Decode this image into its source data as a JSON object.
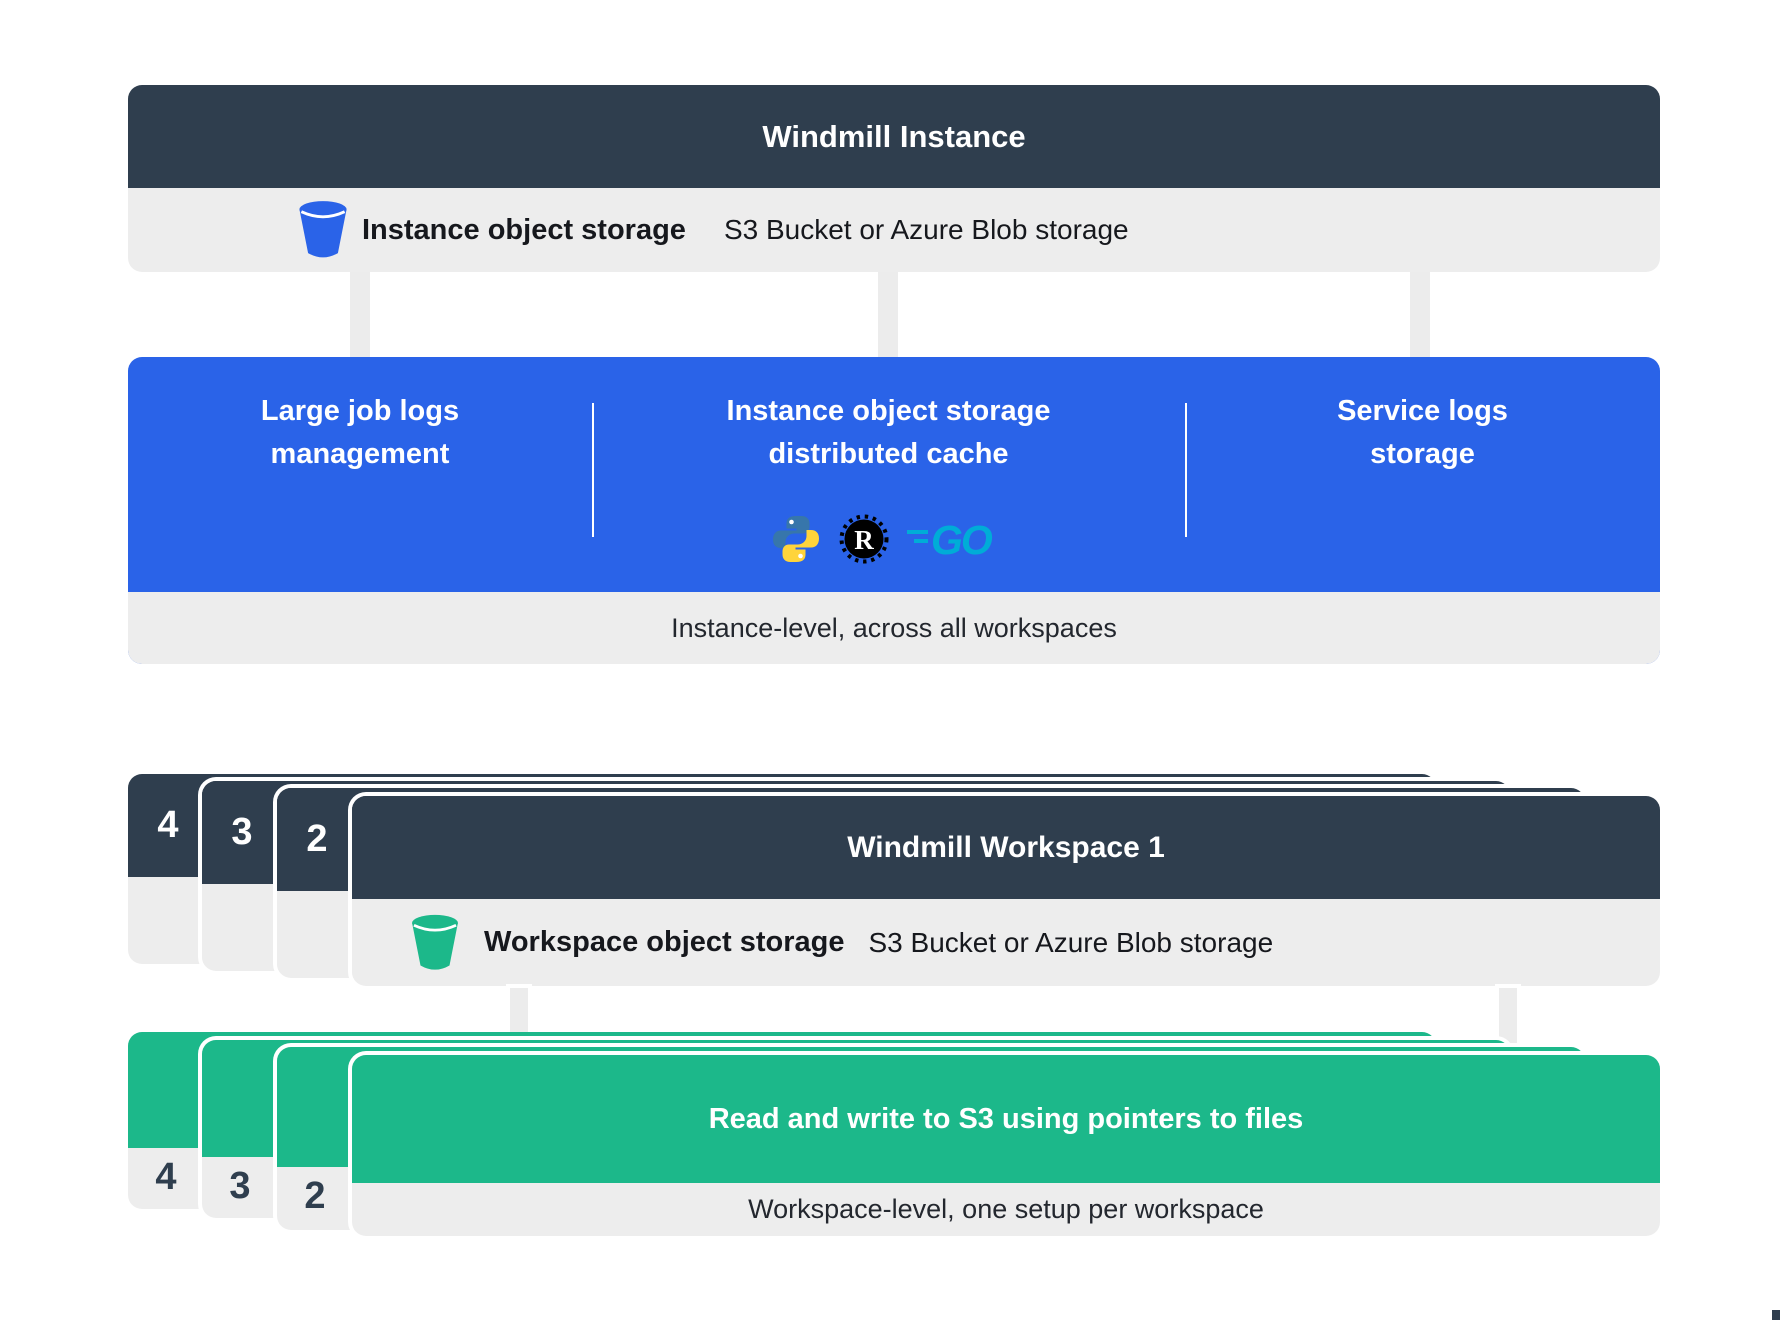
{
  "colors": {
    "navy": "#2f3e4e",
    "blue": "#2a63e8",
    "green": "#1cb88a",
    "panel_gray": "#ededed",
    "arrow_gray": "#ececec",
    "text_dark": "#16181d",
    "caption_dark": "#23272e",
    "python_blue": "#3776ab",
    "python_yellow": "#ffd43b",
    "go_cyan": "#00acd7",
    "rust_black": "#000000"
  },
  "instance": {
    "title": "Windmill Instance",
    "storage_row": {
      "label": "Instance object storage",
      "detail": "S3 Bucket or Azure Blob storage",
      "bucket_icon": "bucket-icon"
    },
    "features": [
      {
        "line1": "Large job logs",
        "line2": "management"
      },
      {
        "line1": "Instance object storage",
        "line2": "distributed cache"
      },
      {
        "line1": "Service logs",
        "line2": "storage"
      }
    ],
    "languages": [
      "python-icon",
      "rust-icon",
      "go-icon"
    ],
    "rust_label": "R",
    "go_label": "GO",
    "caption": "Instance-level, across all workspaces"
  },
  "workspace": {
    "title": "Windmill Workspace 1",
    "stack_labels": [
      "4",
      "3",
      "2"
    ],
    "storage_row": {
      "label": "Workspace object storage",
      "detail": "S3 Bucket or Azure Blob storage",
      "bucket_icon": "bucket-icon"
    },
    "action": {
      "title": "Read and write to S3 using pointers to files",
      "caption": "Workspace-level, one setup per workspace",
      "stack_labels": [
        "4",
        "3",
        "2"
      ]
    }
  }
}
